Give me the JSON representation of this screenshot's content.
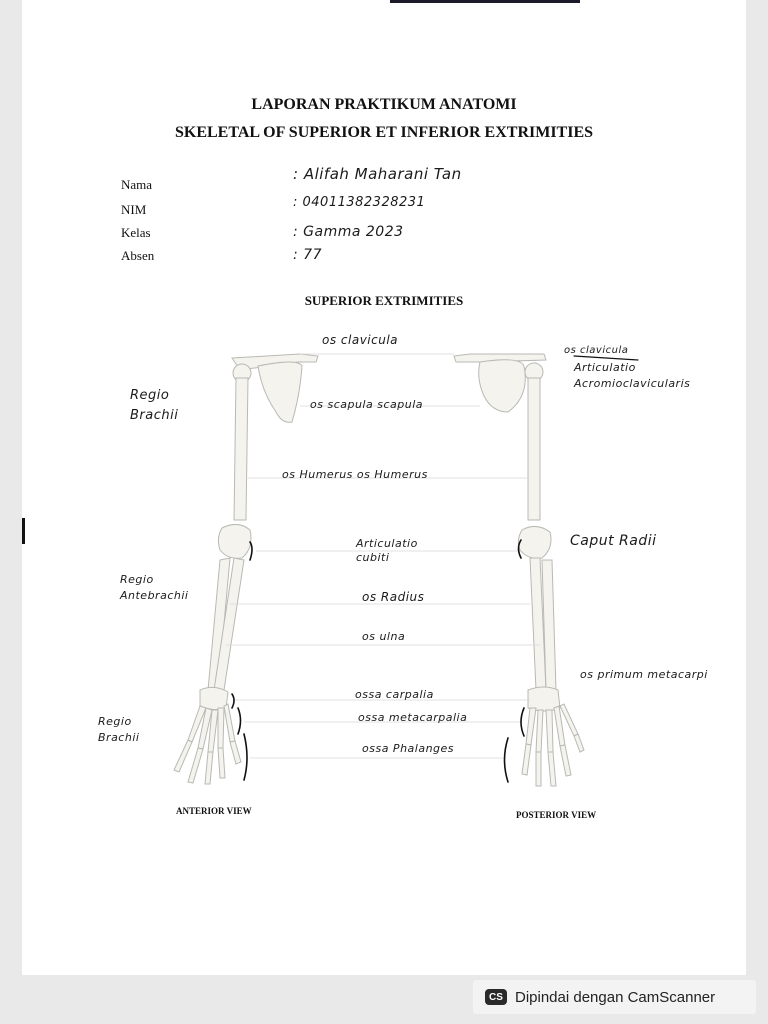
{
  "document": {
    "title_line1": "LAPORAN PRAKTIKUM ANATOMI",
    "title_line2": "SKELETAL OF SUPERIOR ET INFERIOR EXTRIMITIES",
    "section_title": "SUPERIOR EXTRIMITIES"
  },
  "identity": {
    "labels": [
      "Nama",
      "NIM",
      "Kelas",
      "Absen"
    ],
    "values": [
      ": Alifah Maharani Tan",
      ": 04011382328231",
      ": Gamma 2023",
      ": 77"
    ]
  },
  "anterior": {
    "view_label": "ANTERIOR VIEW",
    "annotations": [
      "os clavicula",
      "Regio Brachii",
      "os scapula  scapula",
      "os Humerus  os Humerus",
      "Articulatio cubiti",
      "Regio Antebrachii",
      "os Radius",
      "os ulna",
      "ossa carpalia",
      "ossa metacarpalia",
      "ossa Phalanges",
      "Regio Brachii"
    ]
  },
  "posterior": {
    "view_label": "POSTERIOR VIEW",
    "annotations": [
      "os clavicula",
      "Articulatio Acromioclavicularis",
      "Caput Radii",
      "os primum metacarpi"
    ]
  },
  "footer": {
    "logo": "CS",
    "text": "Dipindai dengan CamScanner"
  }
}
